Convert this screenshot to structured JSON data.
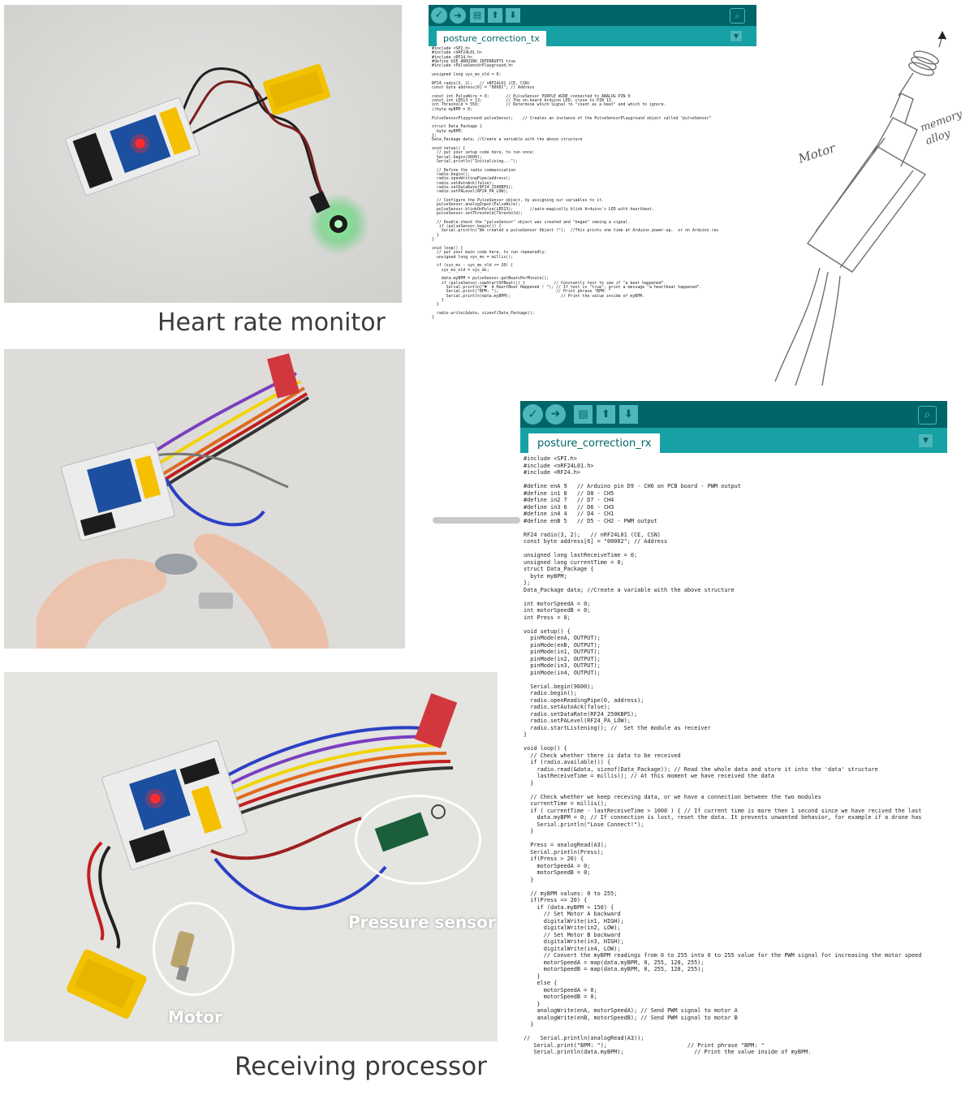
{
  "captions": {
    "heart_rate": "Heart rate monitor",
    "receiving": "Receiving processor"
  },
  "photo_labels": {
    "pressure_sensor": "Pressure sensor",
    "motor": "Motor"
  },
  "sketch_labels": {
    "motor": "Motor",
    "memory": "memory",
    "alloy": "alloy"
  },
  "ide_tx": {
    "tab": "posture_correction_tx",
    "code": "#include <SPI.h>\n#include <nRF24L01.h>\n#include <RF24.h>\n#define USE_ARDUINO_INTERRUPTS true\n#include <PulseSensorPlayground.h>\n\nunsigned long sys_ms_old = 0;\n\nRF24 radio(3, 2);   // nRF24L01 (CE, CSN)\nconst byte address[6] = \"00002\"; // Address\n\nconst int PulseWire = 0;       // PulseSensor PURPLE WIRE connected to ANALOG PIN 0\nconst int LED13 = 13;          // The on-board Arduino LED, close to PIN 13.\nint Threshold = 550;           // Determine which Signal to \"count as a beat\" and which to ignore.\n//byte myBPM = 0;\n\nPulseSensorPlayground pulseSensor;    // Creates an instance of the PulseSensorPlayground object called \"pulseSensor\"\n\nstruct Data_Package {\n  byte myBPM;\n};\nData_Package data; //Create a variable with the above structure\n\nvoid setup() {\n  // put your setup code here, to run once:\n  Serial.begin(9600);\n  Serial.println(\"Initializing...\");\n\n  // Define the radio communication\n  radio.begin();\n  radio.openWritingPipe(address);\n  radio.setAutoAck(false);\n  radio.setDataRate(RF24_250KBPS);\n  radio.setPALevel(RF24_PA_LOW);\n\n  // Configure the PulseSensor object, by assigning our variables to it.\n  pulseSensor.analogInput(PulseWire);\n  pulseSensor.blinkOnPulse(LED13);       //auto-magically blink Arduino's LED with heartbeat.\n  pulseSensor.setThreshold(Threshold);\n\n  // Double-check the \"pulseSensor\" object was created and \"began\" seeing a signal.\n   if (pulseSensor.begin()) {\n    Serial.println(\"We created a pulseSensor Object !\");  //This prints one time at Arduino power-up,  or on Arduino res\n  }\n}\n\nvoid loop() {\n  // put your main code here, to run repeatedly:\n  unsigned long sys_ms = millis();\n\n  if (sys_ms - sys_ms_old >= 20) {\n    sys_ms_old = sys_ms;\n\n    data.myBPM = pulseSensor.getBeatsPerMinute();\n    if (pulseSensor.sawStartOfBeat()) {            // Constantly test to see if \"a beat happened\".\n      Serial.println(\"♥  A HeartBeat Happened ! \"); // If test is \"true\", print a message \"a heartbeat happened\".\n      Serial.print(\"BPM: \");                        // Print phrase \"BPM: \"\n      Serial.println(data.myBPM);                     // Print the value inside of myBPM.\n    }\n  }\n\n  radio.write(&data, sizeof(Data_Package));\n}"
  },
  "ide_rx": {
    "tab": "posture_correction_rx",
    "code": "#include <SPI.h>\n#include <nRF24L01.h>\n#include <RF24.h>\n\n#define enA 9   // Arduino pin D9 - CH6 on PCB board - PWM output\n#define in1 8   // D8 - CH5\n#define in2 7   // D7 - CH4\n#define in3 6   // D6 - CH3\n#define in4 4   // D4 - CH1\n#define enB 5   // D5 - CH2 - PWM output\n\nRF24 radio(3, 2);   // nRF24L01 (CE, CSN)\nconst byte address[6] = \"00002\"; // Address\n\nunsigned long lastReceiveTime = 0;\nunsigned long currentTime = 0;\nstruct Data_Package {\n  byte myBPM;\n};\nData_Package data; //Create a variable with the above structure\n\nint motorSpeedA = 0;\nint motorSpeedB = 0;\nint Press = 0;\n\nvoid setup() {\n  pinMode(enA, OUTPUT);\n  pinMode(enB, OUTPUT);\n  pinMode(in1, OUTPUT);\n  pinMode(in2, OUTPUT);\n  pinMode(in3, OUTPUT);\n  pinMode(in4, OUTPUT);\n\n  Serial.begin(9600);\n  radio.begin();\n  radio.openReadingPipe(0, address);\n  radio.setAutoAck(false);\n  radio.setDataRate(RF24_250KBPS);\n  radio.setPALevel(RF24_PA_LOW);\n  radio.startListening(); //  Set the module as receiver\n}\n\nvoid loop() {\n  // Check whether there is data to be received\n  if (radio.available()) {\n    radio.read(&data, sizeof(Data_Package)); // Read the whole data and store it into the 'data' structure\n    lastReceiveTime = millis(); // At this moment we have received the data\n  }\n\n  // Check whether we keep receving data, or we have a connection between the two modules\n  currentTime = millis();\n  if ( currentTime - lastReceiveTime > 1000 ) { // If current time is more then 1 second since we have recived the last\n    data.myBPM = 0; // If connection is lost, reset the data. It prevents unwanted behavior, for example if a drone has\n    Serial.println(\"Lose Connect!\");\n  }\n\n  Press = analogRead(A3);\n  Serial.println(Press);\n  if(Press > 20) {\n    motorSpeedA = 0;\n    motorSpeedB = 0;\n  }\n\n  // myBPM values: 0 to 255;\n  if(Press <= 20) {\n    if (data.myBPM > 150) {\n      // Set Motor A backward\n      digitalWrite(in1, HIGH);\n      digitalWrite(in2, LOW);\n      // Set Motor B backward\n      digitalWrite(in3, HIGH);\n      digitalWrite(in4, LOW);\n      // Convert the myBPM readings from 0 to 255 into 0 to 255 value for the PWM signal for increasing the motor speed\n      motorSpeedA = map(data.myBPM, 0, 255, 128, 255);\n      motorSpeedB = map(data.myBPM, 0, 255, 128, 255);\n    }\n    else {\n      motorSpeedA = 0;\n      motorSpeedB = 0;\n    }\n    analogWrite(enA, motorSpeedA); // Send PWM signal to motor A\n    analogWrite(enB, motorSpeedB); // Send PWM signal to motor B\n  }\n\n//   Serial.println(analogRead(A3));\n   Serial.print(\"BPM: \");                        // Print phrase \"BPM: \"\n   Serial.println(data.myBPM);                     // Print the value inside of myBPM."
  },
  "icons": {
    "verify": "checkmark-icon",
    "upload": "arrow-right-icon",
    "new": "file-icon",
    "open": "arrow-up-icon",
    "save": "arrow-down-icon",
    "serial_monitor": "magnifier-icon",
    "tab_menu": "triangle-down-icon"
  },
  "colors": {
    "ide_toolbar": "#006468",
    "ide_tabbar": "#17a1a5",
    "ide_button": "#4db7bb"
  }
}
